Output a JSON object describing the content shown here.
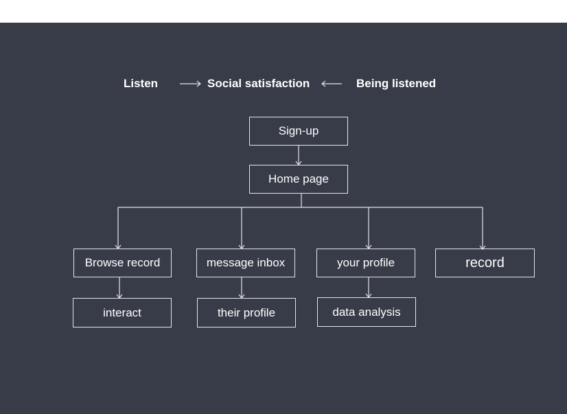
{
  "concept": {
    "left": "Listen",
    "center": "Social satisfaction",
    "right": "Being listened"
  },
  "nodes": {
    "signup": "Sign-up",
    "home": "Home page",
    "browse_record": "Browse record",
    "message_inbox": "message inbox",
    "your_profile": "your profile",
    "record": "record",
    "interact": "interact",
    "their_profile": "their profile",
    "data_analysis": "data analysis"
  },
  "colors": {
    "background": "#383c49",
    "stroke": "#e6e6ea",
    "text": "#ffffff"
  }
}
